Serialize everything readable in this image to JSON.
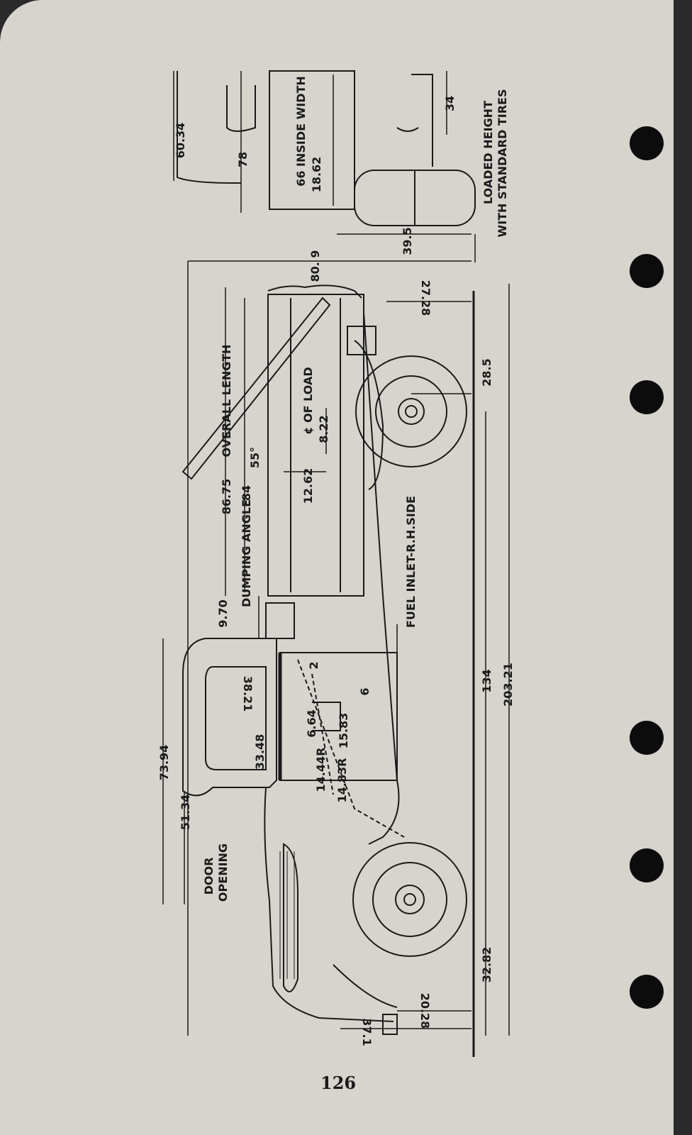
{
  "page": {
    "number": "126"
  },
  "labels": {
    "overall_length": "OVERALL LENGTH",
    "dumping_angle": "DUMPING ANGLE",
    "load_center": "¢ OF LOAD",
    "fuel_inlet": "FUEL INLET-R.H.SIDE",
    "loaded_height_1": "LOADED HEIGHT",
    "loaded_height_2": "WITH STANDARD TIRES",
    "inside_width": "66 INSIDE WIDTH",
    "door_opening_1": "DOOR",
    "door_opening_2": "OPENING"
  },
  "dimensions": {
    "d_60_34": "60.34",
    "d_78": "78",
    "d_18_62": "18.62",
    "d_34": "34",
    "d_39_5": "39.5",
    "d_80_9": "80. 9",
    "d_27_28": "27.28",
    "d_28_5": "28.5",
    "d_86_75": "86.75",
    "d_84": "84",
    "d_55": "55°",
    "d_12_62": "12.62",
    "d_8_22": "8.22",
    "d_9_70": "9.70",
    "d_203_21": "203.21",
    "d_134": "134",
    "d_32_82": "32.82",
    "d_20_28": "20.28",
    "d_37_1": "37.1",
    "d_73_94": "73.94",
    "d_51_34": "51.34",
    "d_38_21": "38.21",
    "d_33_48": "33.48",
    "d_6_64": "6.64",
    "d_15_83": "15.83",
    "d_14_44r": "14.44R",
    "d_14_83r": "14.83R",
    "d_2": "2",
    "d_6": "6"
  },
  "colors": {
    "paper": "#d6d4cd",
    "ink": "#1a1a1a",
    "background": "#2a2a2a",
    "holes": "#0c0c0c"
  }
}
